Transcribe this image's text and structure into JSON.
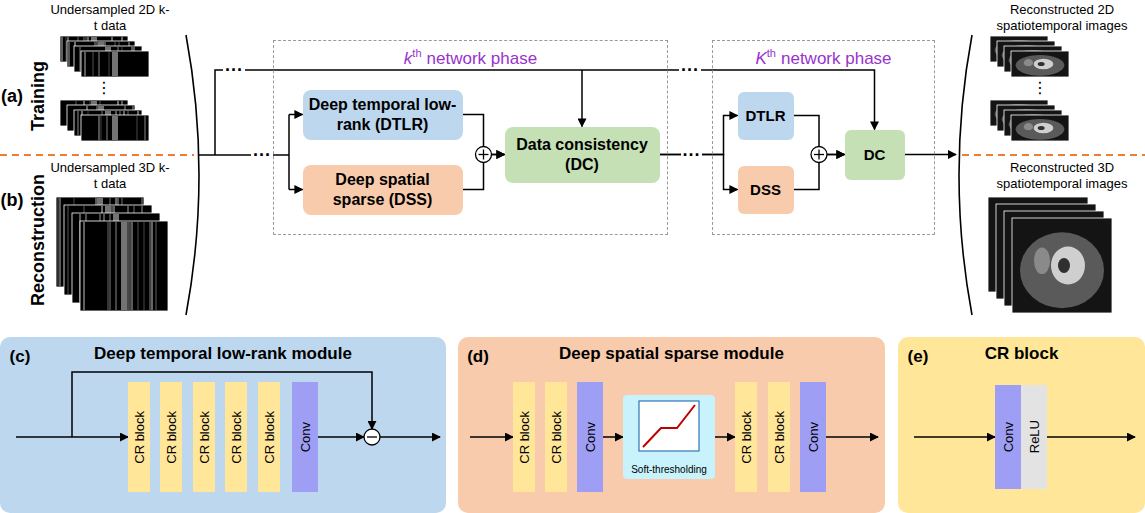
{
  "diagram": {
    "nodes": [
      {
        "text": [
          "k",
          "th",
          "network phase"
        ]
      },
      {
        "text": [
          "Deep temporal low-rank (DTLR)"
        ],
        "in": 0
      },
      {
        "text": [
          "Deep spatial sparse (DSS)"
        ],
        "in": 0
      },
      {
        "text": [
          "Data consistency (DC)"
        ],
        "in": 0
      },
      {
        "text": [
          "K",
          "th",
          "network phase"
        ]
      },
      {
        "text": [
          "DTLR"
        ],
        "in": 4
      },
      {
        "text": [
          "DSS"
        ],
        "in": 4
      },
      {
        "text": [
          "DC"
        ],
        "in": 4
      },
      {
        "text": [
          "Deep temporal low-rank module"
        ]
      },
      {
        "text": [
          "CR block"
        ],
        "in": 8
      },
      {
        "text": [
          "CR block"
        ],
        "in": 8
      },
      {
        "text": [
          "CR block"
        ],
        "in": 8
      },
      {
        "text": [
          "CR block"
        ],
        "in": 8
      },
      {
        "text": [
          "CR block"
        ],
        "in": 8
      },
      {
        "text": [
          "Conv"
        ],
        "in": 8
      },
      {
        "text": [
          "Deep spatial sparse module"
        ]
      },
      {
        "text": [
          "CR block"
        ],
        "in": 15
      },
      {
        "text": [
          "CR block"
        ],
        "in": 15
      },
      {
        "text": [
          "Conv"
        ],
        "in": 15
      },
      {
        "text": [
          "Soft-thresholding"
        ],
        "in": 15
      },
      {
        "text": [
          "CR block"
        ],
        "in": 15
      },
      {
        "text": [
          "CR block"
        ],
        "in": 15
      },
      {
        "text": [
          "Conv"
        ],
        "in": 15
      },
      {
        "text": [
          "CR block"
        ]
      },
      {
        "text": [
          "Conv"
        ],
        "in": 23
      },
      {
        "text": [
          "ReLU"
        ],
        "in": 23
      }
    ],
    "edges": [
      {
        "from": 1,
        "to": 3,
        "arrow": "to"
      },
      {
        "from": 2,
        "to": 3,
        "arrow": "to"
      },
      {
        "from": 3,
        "to": 5,
        "label": "···",
        "arrow": "to"
      },
      {
        "from": 3,
        "to": 6,
        "arrow": "to"
      },
      {
        "from": 5,
        "to": 7,
        "arrow": "to"
      },
      {
        "from": 6,
        "to": 7,
        "arrow": "to"
      },
      {
        "from": 18,
        "to": 19,
        "arrow": "to"
      },
      {
        "from": 19,
        "to": 20,
        "arrow": "to"
      }
    ],
    "labels": [
      "(a)",
      "Training",
      "(b)",
      "Reconstruction",
      "Undersampled 2D k-t data",
      "⋮",
      "Undersampled 3D k-t data",
      "···",
      "···",
      "···",
      "Reconstructed 2D spatiotemporal images",
      "⋮",
      "Reconstructed 3D spatiotemporal images",
      "(c)",
      "(d)",
      "(e)"
    ]
  }
}
